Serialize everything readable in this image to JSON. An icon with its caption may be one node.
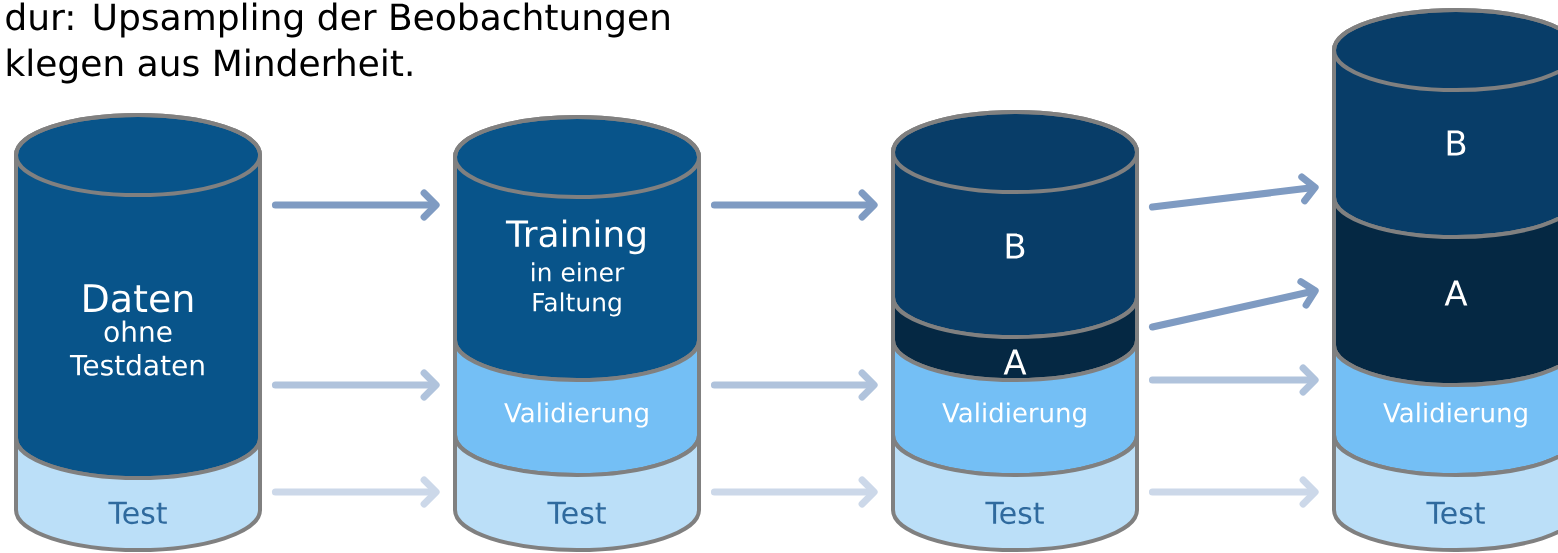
{
  "diagram": {
    "nodes": [
      {
        "text": [
          "Daten",
          "ohne Testdaten"
        ]
      },
      {
        "text": [
          "Test"
        ]
      },
      {
        "text": [
          "Training",
          "in einer Faltung"
        ]
      },
      {
        "text": [
          "Validierung"
        ]
      },
      {
        "text": [
          "Test"
        ]
      },
      {
        "text": [
          "B"
        ]
      },
      {
        "text": [
          "A"
        ]
      },
      {
        "text": [
          "Validierung"
        ]
      },
      {
        "text": [
          "Test"
        ]
      },
      {
        "text": [
          "B"
        ]
      },
      {
        "text": [
          "A"
        ]
      },
      {
        "text": [
          "Validierung"
        ]
      },
      {
        "text": [
          "Test"
        ]
      }
    ],
    "edges": [
      {
        "from": 0,
        "to": 2,
        "arrow": "to",
        "color": "#7f9bc2"
      },
      {
        "from": 0,
        "to": 3,
        "arrow": "to",
        "color": "#b0c3dc"
      },
      {
        "from": 1,
        "to": 4,
        "arrow": "to",
        "color": "#ccd8e9"
      },
      {
        "from": 2,
        "to": 5,
        "arrow": "to",
        "color": "#7f9bc2"
      },
      {
        "from": 3,
        "to": 7,
        "arrow": "to",
        "color": "#b0c3dc"
      },
      {
        "from": 4,
        "to": 8,
        "arrow": "to",
        "color": "#ccd8e9"
      },
      {
        "from": 5,
        "to": 9,
        "arrow": "to",
        "color": "#7f9bc2"
      },
      {
        "from": 6,
        "to": 10,
        "arrow": "to",
        "color": "#7f9bc2"
      },
      {
        "from": 7,
        "to": 11,
        "arrow": "to",
        "color": "#b0c3dc"
      },
      {
        "from": 8,
        "to": 12,
        "arrow": "to",
        "color": "#ccd8e9"
      }
    ],
    "labels": [
      "dur: Upsampling der Beobachtungen",
      "klegen aus Minderheit."
    ]
  }
}
